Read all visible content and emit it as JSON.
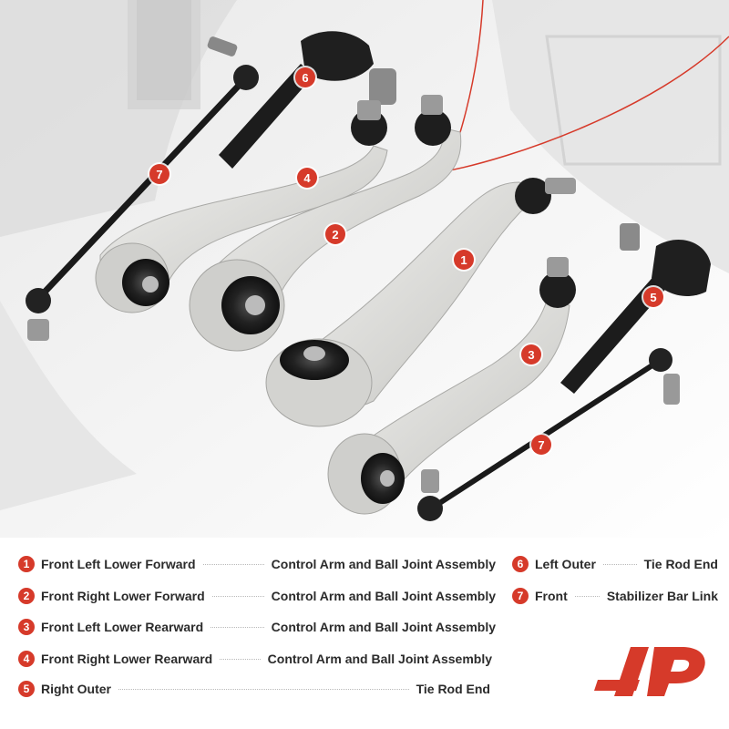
{
  "legend": {
    "items": [
      {
        "num": "1",
        "position": "Front Left Lower Forward",
        "part": "Control Arm and Ball Joint Assembly"
      },
      {
        "num": "2",
        "position": "Front Right Lower Forward",
        "part": "Control Arm and Ball Joint Assembly"
      },
      {
        "num": "3",
        "position": "Front Left Lower Rearward",
        "part": "Control Arm and Ball Joint Assembly"
      },
      {
        "num": "4",
        "position": "Front Right Lower Rearward",
        "part": "Control Arm and Ball Joint Assembly"
      },
      {
        "num": "5",
        "position": "Right Outer",
        "part": "Tie Rod End"
      },
      {
        "num": "6",
        "position": "Left Outer",
        "part": "Tie Rod End"
      },
      {
        "num": "7",
        "position": "Front",
        "part": "Stabilizer Bar Link"
      }
    ]
  },
  "badges": {
    "b1": "1",
    "b2": "2",
    "b3": "3",
    "b4": "4",
    "b5": "5",
    "b6": "6",
    "b7a": "7",
    "b7b": "7"
  },
  "colors": {
    "accent": "#d63a2a",
    "text": "#2b2b2b",
    "arm": "#d9d9d6",
    "rubber": "#1e1e1e"
  },
  "logo": {
    "icon": "brand-logo-icon"
  }
}
